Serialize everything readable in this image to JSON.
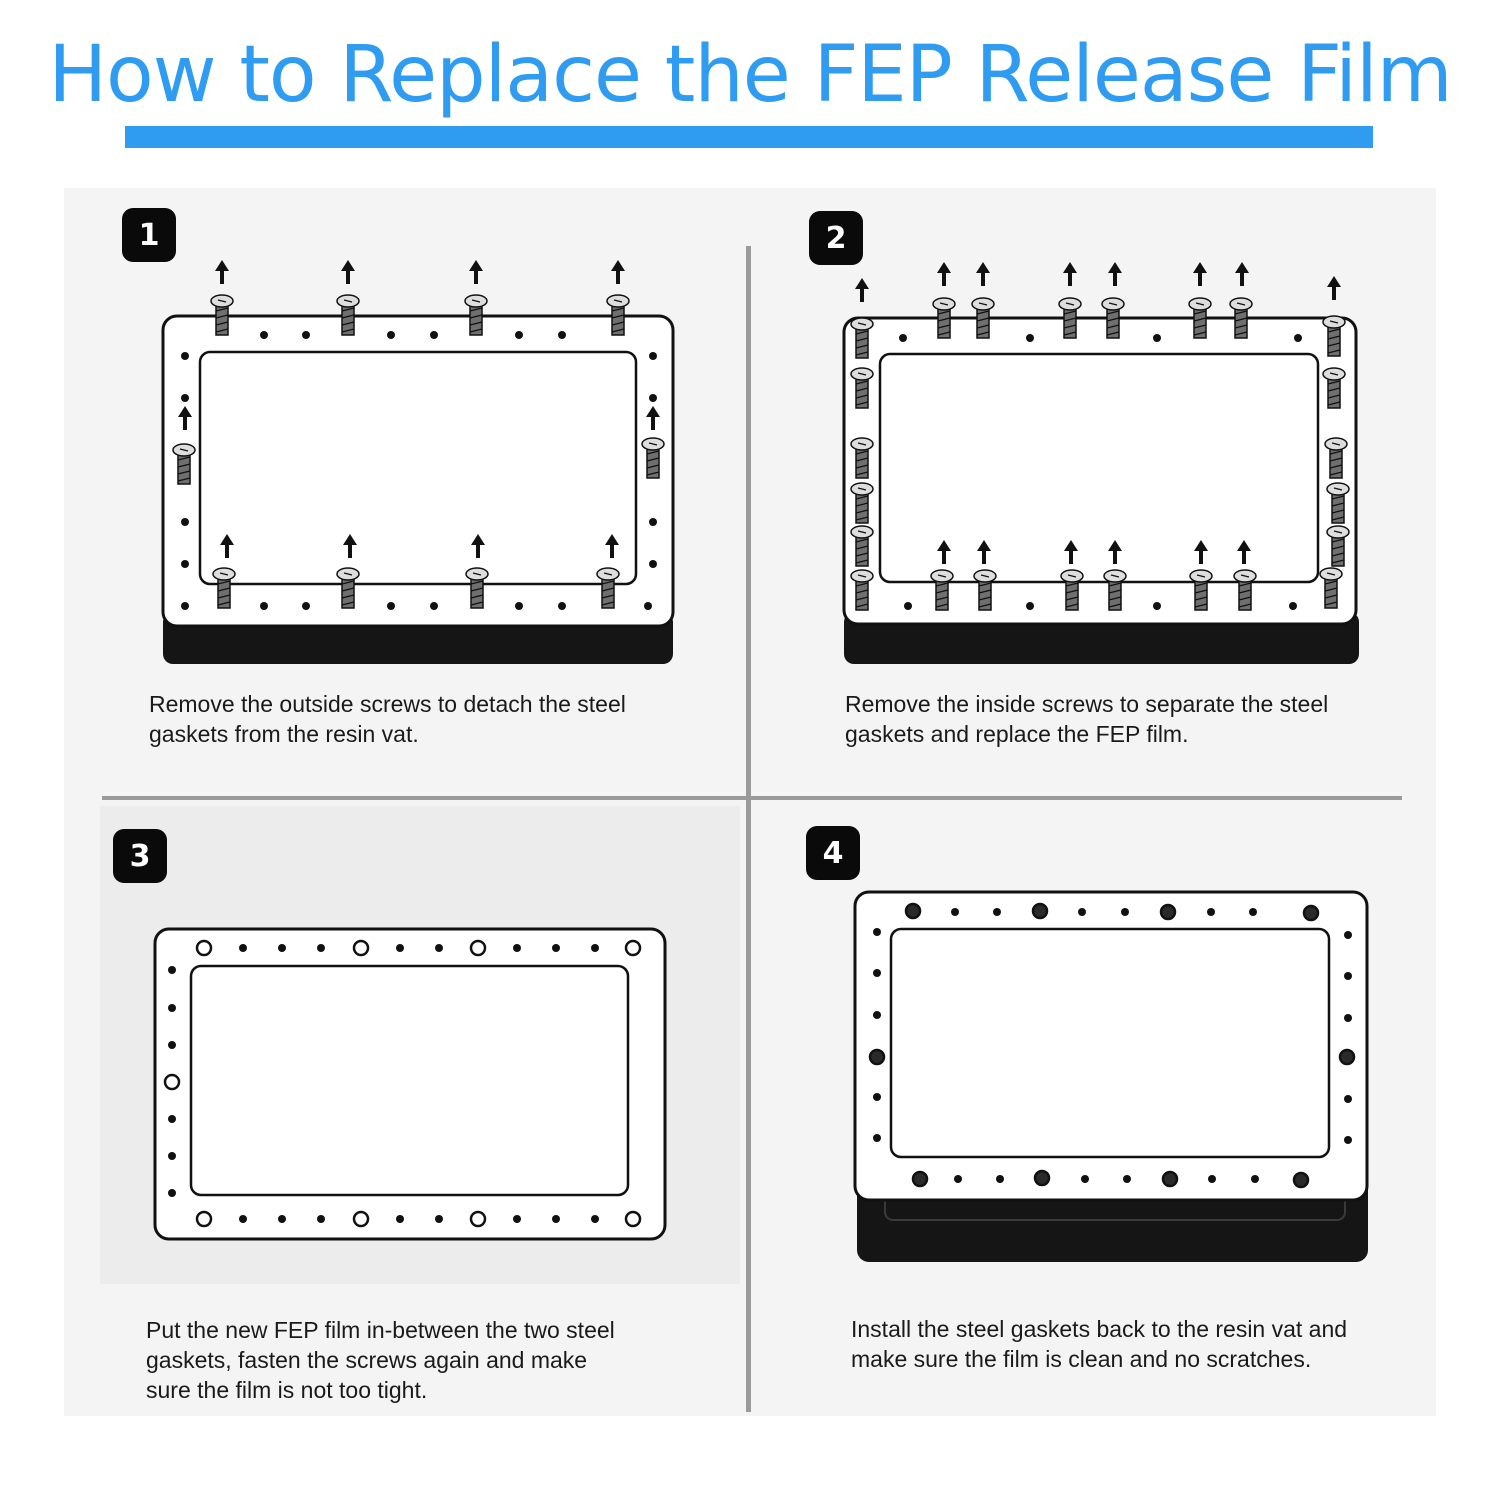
{
  "title": "How to Replace the FEP Release Film",
  "colors": {
    "title": "#2f9cf1",
    "frame_outline": "#111111",
    "base": "#151515"
  },
  "steps": [
    {
      "number": "1",
      "caption_line1": "Remove the outside screws to detach the steel",
      "caption_line2": "gaskets from the resin vat."
    },
    {
      "number": "2",
      "caption_line1": "Remove the inside screws to separate the steel",
      "caption_line2": "gaskets and replace the FEP film."
    },
    {
      "number": "3",
      "caption_line1": "Put the new FEP film in-between the two steel",
      "caption_line2": "gaskets, fasten the screws again and make",
      "caption_line3": "sure the film is not too tight."
    },
    {
      "number": "4",
      "caption_line1": "Install the steel gaskets back to the resin vat and",
      "caption_line2": "make sure the film is clean and no scratches."
    }
  ],
  "icons": {
    "arrow": "up-arrow-icon",
    "screw": "screw-icon",
    "hole": "screw-hole-icon",
    "fastened": "fastened-screw-icon"
  }
}
